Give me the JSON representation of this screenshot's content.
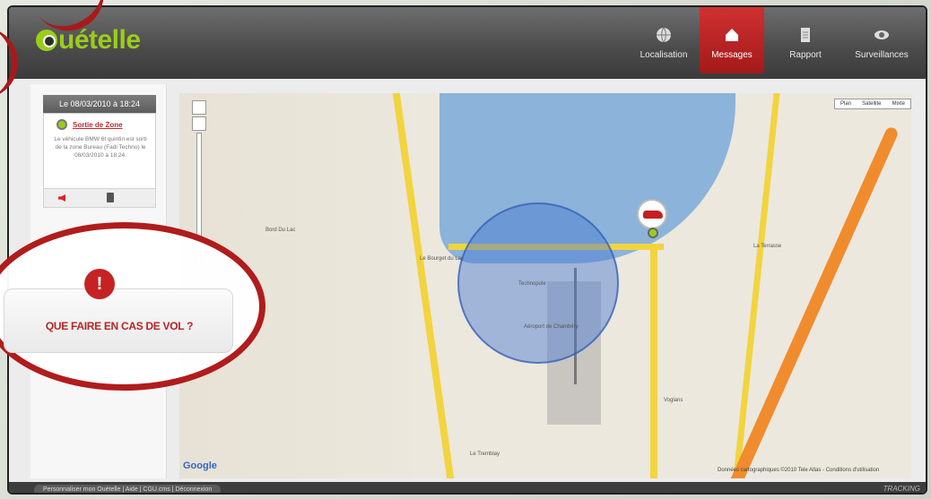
{
  "app": {
    "logo_text": "uételle",
    "brand_color": "#9acd1b",
    "accent_color": "#c0292b"
  },
  "nav": {
    "tabs": [
      {
        "label": "Localisation",
        "icon": "globe-icon"
      },
      {
        "label": "Messages",
        "icon": "home-icon",
        "active": true
      },
      {
        "label": "Rapport",
        "icon": "document-icon"
      },
      {
        "label": "Surveillances",
        "icon": "eye-icon"
      }
    ]
  },
  "message": {
    "date_header": "Le 08/03/2010 à 18:24",
    "title": "Sortie de Zone",
    "body": "Le véhicule BMW 6t quintin est sorti de la zone Bureau (Fadi Techno) le 08/03/2010 à 18:24."
  },
  "callout": {
    "label": "QUE FAIRE EN CAS DE VOL ?",
    "icon": "warning-icon"
  },
  "map": {
    "type_buttons": [
      "Plan",
      "Satellite",
      "Mixte"
    ],
    "places": [
      "Le Bourget du Lac",
      "Technopole",
      "Aéroport de Chambéry",
      "Voglans",
      "La Terrasse",
      "Bord Du Lac",
      "Le Tremblay"
    ],
    "attribution": "Données cartographiques ©2010 Tele Atlas - Conditions d'utilisation",
    "logo": "Google"
  },
  "footer": {
    "links": "Personnaliser mon Ouételle | Aide | CGU.cms | Déconnexion",
    "brand": "TRACKING"
  }
}
